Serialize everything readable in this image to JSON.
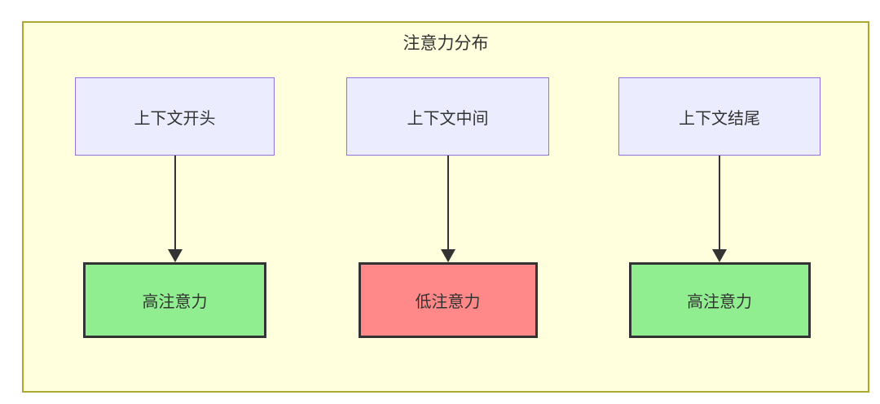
{
  "diagram": {
    "title": "注意力分布",
    "columns": [
      {
        "top": "上下文开头",
        "bottom": "高注意力",
        "level": "high"
      },
      {
        "top": "上下文中间",
        "bottom": "低注意力",
        "level": "low"
      },
      {
        "top": "上下文结尾",
        "bottom": "高注意力",
        "level": "high"
      }
    ],
    "colors": {
      "panel_bg": "#ffffde",
      "panel_border": "#aaaa33",
      "node_bg": "#ececff",
      "node_border": "#9370db",
      "high_attention_bg": "#90ee90",
      "low_attention_bg": "#ff8888",
      "result_border": "#333333",
      "arrow": "#333333",
      "text": "#333333"
    }
  }
}
